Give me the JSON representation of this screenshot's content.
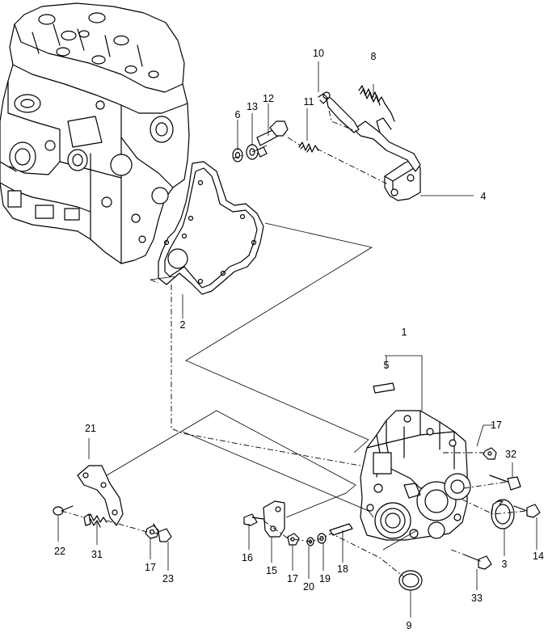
{
  "labels": {
    "l1": "1",
    "l2": "2",
    "l3": "3",
    "l4": "4",
    "l5": "5",
    "l6": "6",
    "l8": "8",
    "l9": "9",
    "l10": "10",
    "l11": "11",
    "l12": "12",
    "l13": "13",
    "l14": "14",
    "l15": "15",
    "l16": "16",
    "l17a": "17",
    "l17b": "17",
    "l17c": "17",
    "l18": "18",
    "l19": "19",
    "l20": "20",
    "l21": "21",
    "l22": "22",
    "l23": "23",
    "l31": "31",
    "l32": "32",
    "l33": "33"
  },
  "colors": {
    "ink": "#000000",
    "paper": "#ffffff"
  }
}
